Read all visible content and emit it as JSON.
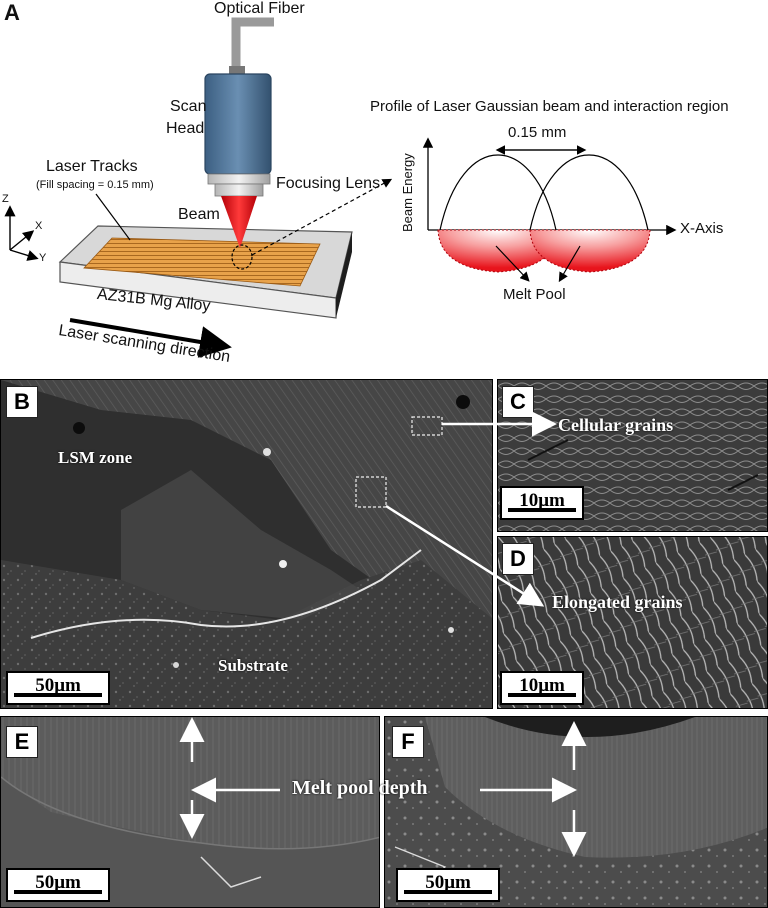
{
  "panel_a": {
    "letter": "A",
    "optical_fiber": "Optical Fiber",
    "scan_head_line1": "Scan",
    "scan_head_line2": "Head",
    "laser_tracks": "Laser Tracks",
    "fill_spacing": "(Fill spacing = 0.15 mm)",
    "focusing_lens": "Focusing Lens",
    "beam": "Beam",
    "plate_label": "AZ31B Mg Alloy",
    "scan_direction": "Laser scanning direction",
    "axis_z": "Z",
    "axis_x": "X",
    "axis_y": "Y",
    "profile_title": "Profile of Laser Gaussian beam and interaction region",
    "spacing_label": "0.15 mm",
    "beam_energy": "Beam Energy",
    "x_axis": "X-Axis",
    "melt_pool": "Melt Pool"
  },
  "panel_b": {
    "letter": "B",
    "lsm_zone": "LSM zone",
    "substrate": "Substrate",
    "scale": "50μm"
  },
  "panel_c": {
    "letter": "C",
    "label": "Cellular grains",
    "scale": "10μm"
  },
  "panel_d": {
    "letter": "D",
    "label": "Elongated  grains",
    "scale": "10μm"
  },
  "panel_e": {
    "letter": "E",
    "scale": "50μm"
  },
  "panel_f": {
    "letter": "F",
    "scale": "50μm"
  },
  "melt_pool_depth": "Melt pool depth",
  "colors": {
    "laser_red": "#e8141c",
    "tracks_orange": "#e8a24a",
    "scan_head_blue": "#4a6f93",
    "sem_gray": "#3a3a3a"
  }
}
